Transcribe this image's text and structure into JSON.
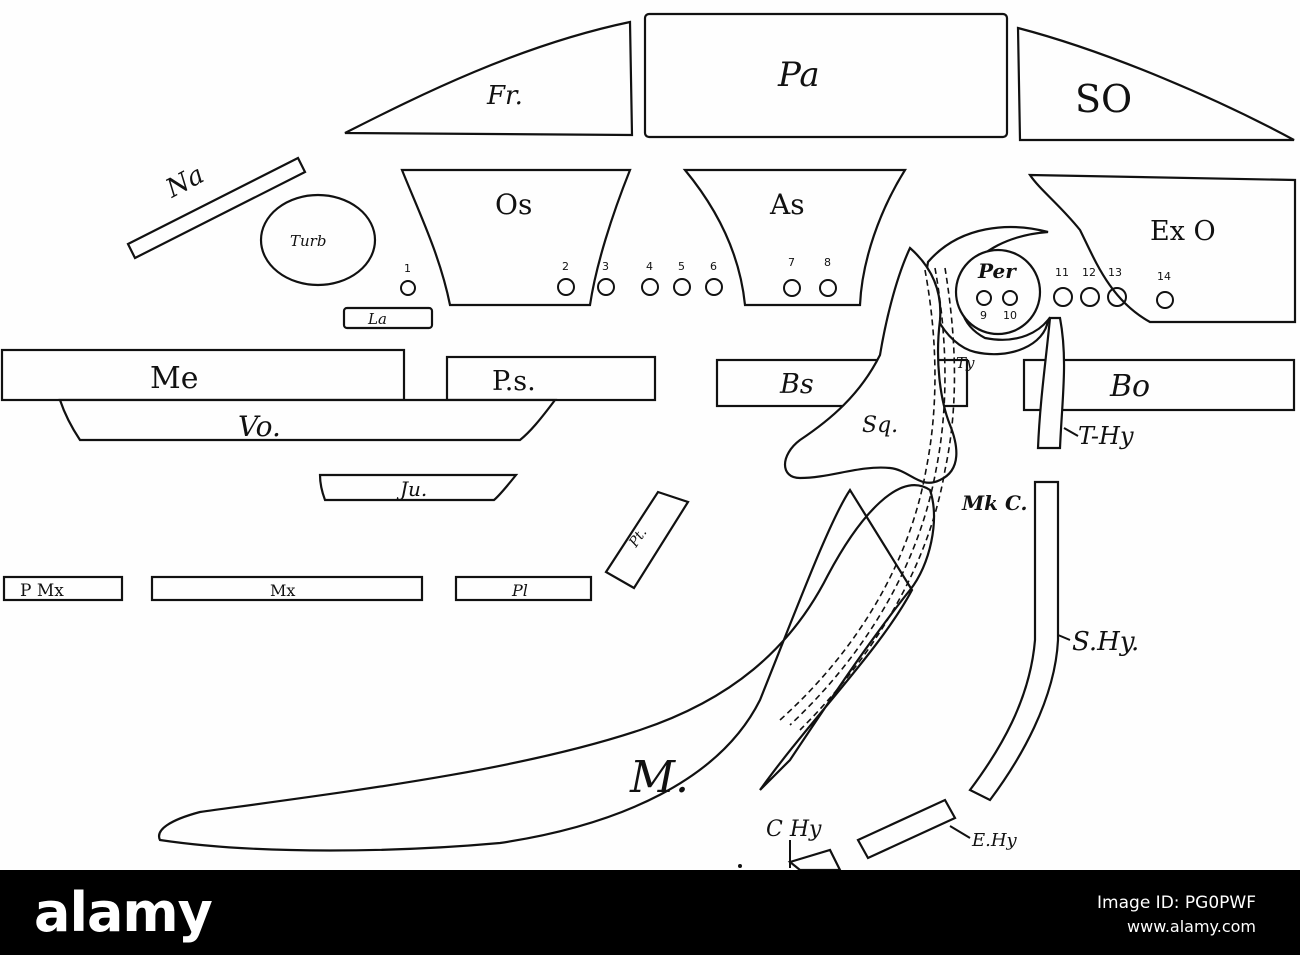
{
  "figure": {
    "labels": {
      "Fr": "Fr.",
      "Pa": "Pa",
      "SO": "SO",
      "Na": "Na",
      "Turb": "Turb",
      "Os": "Os",
      "As": "As",
      "ExO": "Ex O",
      "Per": "Per",
      "La": "La",
      "Me": "Me",
      "Ps": "P.s.",
      "Bs": "Bs",
      "Bo": "Bo",
      "Vo": "Vo.",
      "Sq": "Sq.",
      "Ty": "Ty",
      "THy": "T-Hy",
      "MkC": "Mk C.",
      "Ju": "Ju.",
      "Pt": "Pt.",
      "PMx": "P Mx",
      "Mx": "Mx",
      "Pl": "Pl",
      "SHy": "S.Hy.",
      "M": "M.",
      "CHy": "C Hy",
      "EHy": "E.Hy"
    },
    "foramina": {
      "n1": "1",
      "n2": "2",
      "n3": "3",
      "n4": "4",
      "n5": "5",
      "n6": "6",
      "n7": "7",
      "n8": "8",
      "n9": "9",
      "n10": "10",
      "n11": "11",
      "n12": "12",
      "n13": "13",
      "n14": "14"
    }
  },
  "footer": {
    "logo": "alamy",
    "image_id": "Image ID: PG0PWF",
    "site": "www.alamy.com"
  }
}
